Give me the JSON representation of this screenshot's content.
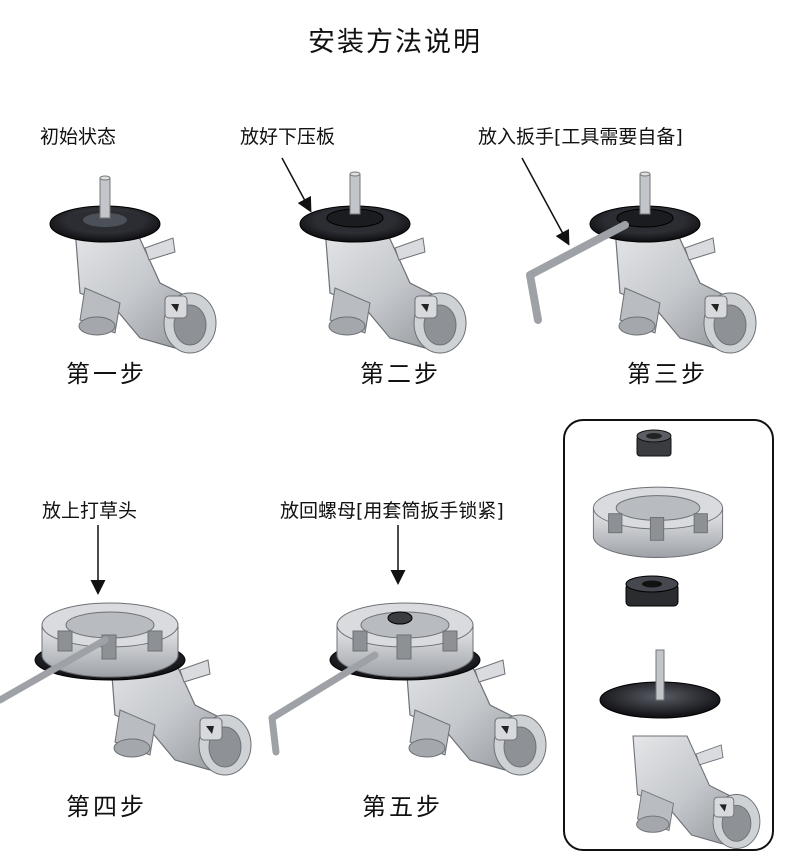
{
  "title": "安装方法说明",
  "steps": [
    {
      "caption": "初始状态",
      "label": "第一步"
    },
    {
      "caption": "放好下压板",
      "label": "第二步"
    },
    {
      "caption": "放入扳手[工具需要自备]",
      "label": "第三步"
    },
    {
      "caption": "放上打草头",
      "label": "第四步"
    },
    {
      "caption": "放回螺母[用套筒扳手锁紧]",
      "label": "第五步"
    }
  ],
  "colors": {
    "body_gray": "#c9ccd0",
    "body_shade": "#9a9ea4",
    "dark_plate": "#1a1a1c",
    "shaft": "#b8bcc0",
    "nut": "#3a3c40"
  }
}
